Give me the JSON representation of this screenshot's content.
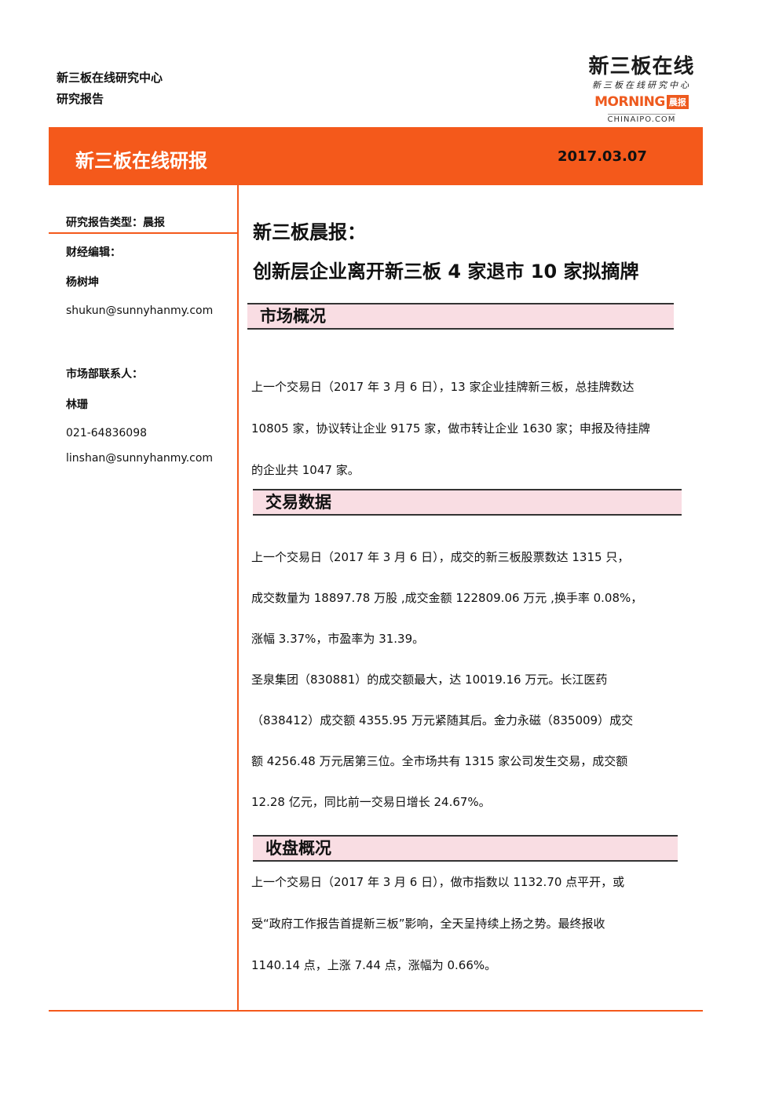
{
  "header": {
    "org_name": "新三板在线研究中心",
    "doc_type": "研究报告"
  },
  "logo": {
    "cn": "新三板在线",
    "sub": "新三板在线研究中心",
    "morning": "MORNING",
    "box": "晨报",
    "domain": "CHINAIPO.COM"
  },
  "banner": {
    "title": "新三板在线研报",
    "date": "2017.03.07"
  },
  "sidebar": {
    "report_type": "研究报告类型：晨报",
    "editor_label": "财经编辑：",
    "editor_name": "杨树坤",
    "editor_email": "shukun@sunnyhanmy.com",
    "contact_label": "市场部联系人：",
    "contact_name": "林珊",
    "contact_phone": "021-64836098",
    "contact_email": "linshan@sunnyhanmy.com"
  },
  "article": {
    "headline_1": "新三板晨报：",
    "headline_2": "创新层企业离开新三板  4 家退市 10 家拟摘牌",
    "sections": [
      {
        "title": "市场概况",
        "lines": [
          "上一个交易日（2017 年 3 月 6 日），13 家企业挂牌新三板，总挂牌数达",
          "10805 家，协议转让企业 9175 家，做市转让企业 1630 家；申报及待挂牌",
          "的企业共 1047 家。"
        ]
      },
      {
        "title": "交易数据",
        "lines": [
          "上一个交易日（2017 年 3 月 6 日），成交的新三板股票数达 1315 只，",
          "成交数量为 18897.78 万股 ,成交金额 122809.06 万元 ,换手率 0.08%，",
          "涨幅 3.37%，市盈率为 31.39。"
        ],
        "lines_b": [
          "圣泉集团（830881）的成交额最大，达  10019.16  万元。长江医药",
          "（838412）成交额 4355.95 万元紧随其后。金力永磁（835009）成交",
          "额 4256.48 万元居第三位。全市场共有 1315 家公司发生交易，成交额",
          "12.28 亿元，同比前一交易日增长 24.67%。"
        ]
      },
      {
        "title": "收盘概况",
        "lines": [
          "上一个交易日（2017 年 3 月 6 日），做市指数以 1132.70 点平开，或",
          "受“政府工作报告首提新三板”影响，全天呈持续上扬之势。最终报收",
          "1140.14 点，上涨 7.44 点，涨幅为 0.66%。"
        ]
      }
    ]
  }
}
